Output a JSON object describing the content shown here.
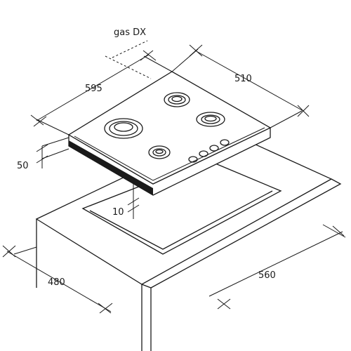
{
  "labels": {
    "gas_connection": "gas DX",
    "hob_width": "595",
    "hob_depth": "510",
    "hob_height": "50",
    "cutout_gap": "10",
    "cutout_depth": "480",
    "cutout_width": "560"
  },
  "colors": {
    "line": "#1a1a1a",
    "background": "#ffffff"
  }
}
